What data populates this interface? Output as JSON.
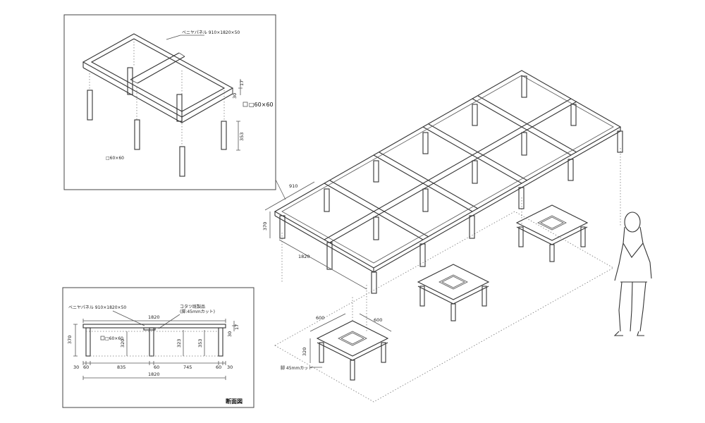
{
  "detail_top": {
    "panel_label": "ベニヤパネル 910×1820×50",
    "dim_30": "30",
    "dim_17": "17",
    "leg_label": "□60×60",
    "dim_353": "353",
    "leg_label_small": "□60×60"
  },
  "main": {
    "dim_910": "910",
    "dim_370": "370",
    "dim_1820": "1820",
    "dim_600_a": "600",
    "dim_600_b": "600",
    "dim_320": "320",
    "cut_label": "脚 45mmカット"
  },
  "section": {
    "panel_label": "ベニヤパネル 910×1820×50",
    "kotatsu_label_1": "コタツ既製品",
    "kotatsu_label_2": "(脚:45mmカット)",
    "dim_top_1820": "1820",
    "dim_370": "370",
    "leg_label": "□60×60",
    "dim_320": "320",
    "dim_323": "323",
    "dim_353": "353",
    "dim_30": "30",
    "dim_17": "17",
    "bottom_dims": [
      "30",
      "60",
      "835",
      "60",
      "745",
      "60",
      "30"
    ],
    "dim_bottom_1820": "1820",
    "title": "断面図"
  }
}
